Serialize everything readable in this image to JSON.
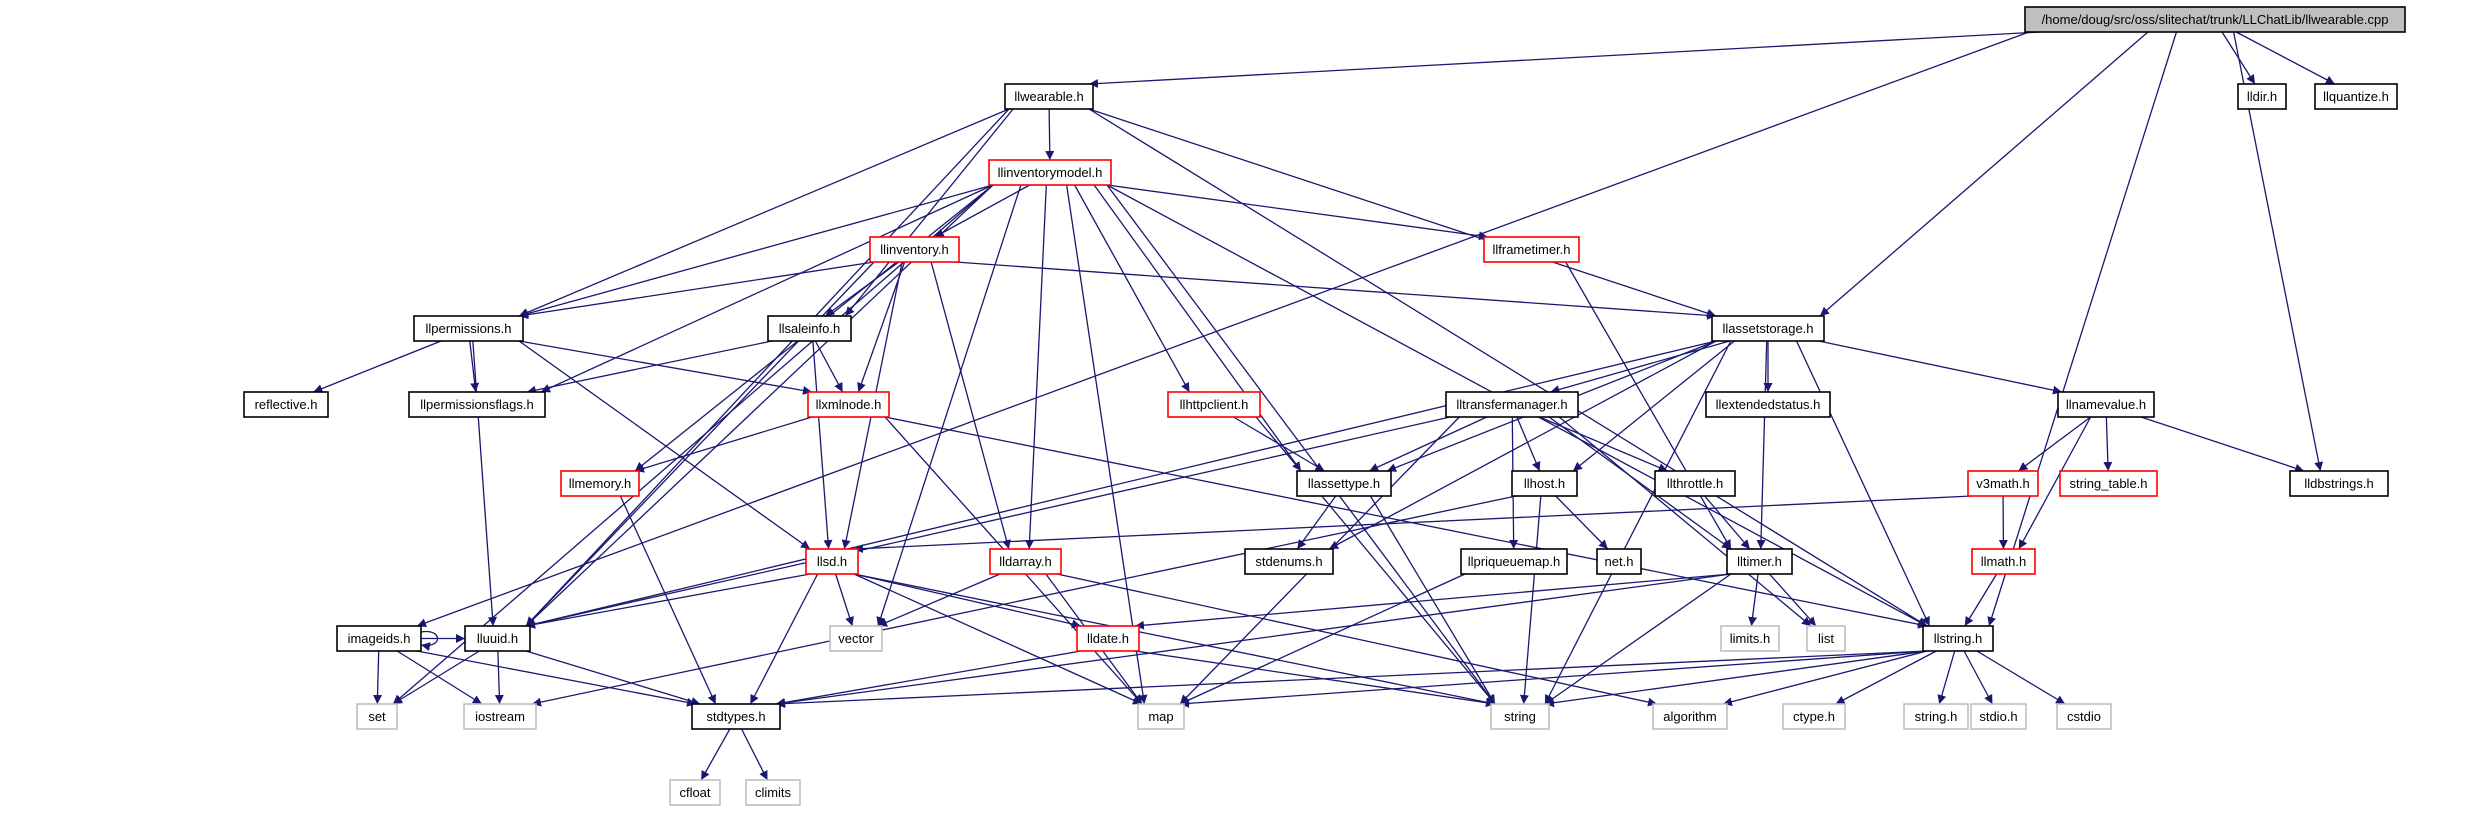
{
  "colors": {
    "edge": "#191970",
    "root_fill": "#bfbfbf",
    "node_border": "#000000",
    "truncated_border": "#ff0000",
    "external_border": "#bfbfbf",
    "background": "#ffffff"
  },
  "nodes": [
    {
      "id": "root",
      "label": "/home/doug/src/oss/slitechat/trunk/LLChatLib/llwearable.cpp",
      "style": "root"
    },
    {
      "id": "llwearable",
      "label": "llwearable.h",
      "style": "normal"
    },
    {
      "id": "lldir",
      "label": "lldir.h",
      "style": "normal"
    },
    {
      "id": "llquantize",
      "label": "llquantize.h",
      "style": "normal"
    },
    {
      "id": "llinventorymodel",
      "label": "llinventorymodel.h",
      "style": "trunc"
    },
    {
      "id": "llinventory",
      "label": "llinventory.h",
      "style": "trunc"
    },
    {
      "id": "llframetimer",
      "label": "llframetimer.h",
      "style": "trunc"
    },
    {
      "id": "llpermissions",
      "label": "llpermissions.h",
      "style": "normal"
    },
    {
      "id": "llsaleinfo",
      "label": "llsaleinfo.h",
      "style": "normal"
    },
    {
      "id": "llassetstorage",
      "label": "llassetstorage.h",
      "style": "normal"
    },
    {
      "id": "reflective",
      "label": "reflective.h",
      "style": "normal"
    },
    {
      "id": "llpermissionsflags",
      "label": "llpermissionsflags.h",
      "style": "normal"
    },
    {
      "id": "llxmlnode",
      "label": "llxmlnode.h",
      "style": "trunc"
    },
    {
      "id": "llhttpclient",
      "label": "llhttpclient.h",
      "style": "trunc"
    },
    {
      "id": "lltransfermanager",
      "label": "lltransfermanager.h",
      "style": "normal"
    },
    {
      "id": "llextendedstatus",
      "label": "llextendedstatus.h",
      "style": "normal"
    },
    {
      "id": "llnamevalue",
      "label": "llnamevalue.h",
      "style": "normal"
    },
    {
      "id": "llmemory",
      "label": "llmemory.h",
      "style": "trunc"
    },
    {
      "id": "llassettype",
      "label": "llassettype.h",
      "style": "normal"
    },
    {
      "id": "llhost",
      "label": "llhost.h",
      "style": "normal"
    },
    {
      "id": "llthrottle",
      "label": "llthrottle.h",
      "style": "normal"
    },
    {
      "id": "v3math",
      "label": "v3math.h",
      "style": "trunc"
    },
    {
      "id": "string_table",
      "label": "string_table.h",
      "style": "trunc"
    },
    {
      "id": "lldbstrings",
      "label": "lldbstrings.h",
      "style": "normal"
    },
    {
      "id": "llsd",
      "label": "llsd.h",
      "style": "trunc"
    },
    {
      "id": "lldarray",
      "label": "lldarray.h",
      "style": "trunc"
    },
    {
      "id": "stdenums",
      "label": "stdenums.h",
      "style": "normal"
    },
    {
      "id": "llpriqueuemap",
      "label": "llpriqueuemap.h",
      "style": "normal"
    },
    {
      "id": "net",
      "label": "net.h",
      "style": "normal"
    },
    {
      "id": "lltimer",
      "label": "lltimer.h",
      "style": "normal"
    },
    {
      "id": "llmath",
      "label": "llmath.h",
      "style": "trunc"
    },
    {
      "id": "imageids",
      "label": "imageids.h",
      "style": "normal"
    },
    {
      "id": "lluuid",
      "label": "lluuid.h",
      "style": "normal"
    },
    {
      "id": "vector",
      "label": "vector",
      "style": "external"
    },
    {
      "id": "lldate",
      "label": "lldate.h",
      "style": "trunc"
    },
    {
      "id": "limits",
      "label": "limits.h",
      "style": "external"
    },
    {
      "id": "list",
      "label": "list",
      "style": "external"
    },
    {
      "id": "llstring",
      "label": "llstring.h",
      "style": "normal"
    },
    {
      "id": "set",
      "label": "set",
      "style": "external"
    },
    {
      "id": "iostream",
      "label": "iostream",
      "style": "external"
    },
    {
      "id": "stdtypes",
      "label": "stdtypes.h",
      "style": "normal"
    },
    {
      "id": "map",
      "label": "map",
      "style": "external"
    },
    {
      "id": "string",
      "label": "string",
      "style": "external"
    },
    {
      "id": "algorithm",
      "label": "algorithm",
      "style": "external"
    },
    {
      "id": "ctype",
      "label": "ctype.h",
      "style": "external"
    },
    {
      "id": "string_h",
      "label": "string.h",
      "style": "external"
    },
    {
      "id": "stdio",
      "label": "stdio.h",
      "style": "external"
    },
    {
      "id": "cstdio",
      "label": "cstdio",
      "style": "external"
    },
    {
      "id": "cfloat",
      "label": "cfloat",
      "style": "external"
    },
    {
      "id": "climits",
      "label": "climits",
      "style": "external"
    }
  ],
  "edges": [
    [
      "root",
      "llwearable"
    ],
    [
      "root",
      "lldir"
    ],
    [
      "root",
      "llquantize"
    ],
    [
      "root",
      "imageids"
    ],
    [
      "root",
      "llassetstorage"
    ],
    [
      "root",
      "lldbstrings"
    ],
    [
      "root",
      "llstring"
    ],
    [
      "llwearable",
      "llinventorymodel"
    ],
    [
      "llwearable",
      "llpermissions"
    ],
    [
      "llwearable",
      "llsaleinfo"
    ],
    [
      "llwearable",
      "llassetstorage"
    ],
    [
      "llwearable",
      "lluuid"
    ],
    [
      "llwearable",
      "llstring"
    ],
    [
      "llinventorymodel",
      "llinventory"
    ],
    [
      "llinventorymodel",
      "llframetimer"
    ],
    [
      "llinventorymodel",
      "llpermissions"
    ],
    [
      "llinventorymodel",
      "llpermissionsflags"
    ],
    [
      "llinventorymodel",
      "llmemory"
    ],
    [
      "llinventorymodel",
      "llhttpclient"
    ],
    [
      "llinventorymodel",
      "llassettype"
    ],
    [
      "llinventorymodel",
      "lldarray"
    ],
    [
      "llinventorymodel",
      "lluuid"
    ],
    [
      "llinventorymodel",
      "vector"
    ],
    [
      "llinventorymodel",
      "set"
    ],
    [
      "llinventorymodel",
      "map"
    ],
    [
      "llinventorymodel",
      "string"
    ],
    [
      "llinventorymodel",
      "llstring"
    ],
    [
      "llinventory",
      "llpermissions"
    ],
    [
      "llinventory",
      "llsaleinfo"
    ],
    [
      "llinventory",
      "llxmlnode"
    ],
    [
      "llinventory",
      "llassetstorage"
    ],
    [
      "llinventory",
      "llsd"
    ],
    [
      "llinventory",
      "lldarray"
    ],
    [
      "llinventory",
      "lluuid"
    ],
    [
      "llframetimer",
      "lltimer"
    ],
    [
      "llpermissions",
      "reflective"
    ],
    [
      "llpermissions",
      "llpermissionsflags"
    ],
    [
      "llpermissions",
      "llxmlnode"
    ],
    [
      "llpermissions",
      "llsd"
    ],
    [
      "llpermissions",
      "lluuid"
    ],
    [
      "llsaleinfo",
      "llpermissionsflags"
    ],
    [
      "llsaleinfo",
      "llxmlnode"
    ],
    [
      "llsaleinfo",
      "llsd"
    ],
    [
      "llassetstorage",
      "lltransfermanager"
    ],
    [
      "llassetstorage",
      "llextendedstatus"
    ],
    [
      "llassetstorage",
      "llnamevalue"
    ],
    [
      "llassetstorage",
      "llassettype"
    ],
    [
      "llassetstorage",
      "llhost"
    ],
    [
      "llassetstorage",
      "stdenums"
    ],
    [
      "llassetstorage",
      "lltimer"
    ],
    [
      "llassetstorage",
      "lluuid"
    ],
    [
      "llassetstorage",
      "string"
    ],
    [
      "llassetstorage",
      "llstring"
    ],
    [
      "llxmlnode",
      "llmemory"
    ],
    [
      "llxmlnode",
      "map"
    ],
    [
      "llxmlnode",
      "llstring"
    ],
    [
      "llhttpclient",
      "llassettype"
    ],
    [
      "llhttpclient",
      "string"
    ],
    [
      "lltransfermanager",
      "llassettype"
    ],
    [
      "lltransfermanager",
      "llhost"
    ],
    [
      "lltransfermanager",
      "llthrottle"
    ],
    [
      "lltransfermanager",
      "llpriqueuemap"
    ],
    [
      "lltransfermanager",
      "lltimer"
    ],
    [
      "lltransfermanager",
      "list"
    ],
    [
      "lltransfermanager",
      "map"
    ],
    [
      "lltransfermanager",
      "lluuid"
    ],
    [
      "llnamevalue",
      "v3math"
    ],
    [
      "llnamevalue",
      "string_table"
    ],
    [
      "llnamevalue",
      "lldbstrings"
    ],
    [
      "llnamevalue",
      "llmath"
    ],
    [
      "llmemory",
      "stdtypes"
    ],
    [
      "llassettype",
      "stdenums"
    ],
    [
      "llassettype",
      "string"
    ],
    [
      "llhost",
      "net"
    ],
    [
      "llhost",
      "string"
    ],
    [
      "llhost",
      "iostream"
    ],
    [
      "llthrottle",
      "lltimer"
    ],
    [
      "v3math",
      "llmath"
    ],
    [
      "v3math",
      "llsd"
    ],
    [
      "llsd",
      "lldate"
    ],
    [
      "llsd",
      "lluuid"
    ],
    [
      "llsd",
      "stdtypes"
    ],
    [
      "llsd",
      "vector"
    ],
    [
      "llsd",
      "map"
    ],
    [
      "llsd",
      "string"
    ],
    [
      "lldarray",
      "vector"
    ],
    [
      "lldarray",
      "map"
    ],
    [
      "lldarray",
      "algorithm"
    ],
    [
      "llpriqueuemap",
      "map"
    ],
    [
      "lltimer",
      "lldate"
    ],
    [
      "lltimer",
      "limits"
    ],
    [
      "lltimer",
      "list"
    ],
    [
      "lltimer",
      "stdtypes"
    ],
    [
      "lltimer",
      "string"
    ],
    [
      "llmath",
      "llstring"
    ],
    [
      "imageids",
      "imageids"
    ],
    [
      "imageids",
      "lluuid"
    ],
    [
      "imageids",
      "set"
    ],
    [
      "imageids",
      "iostream"
    ],
    [
      "imageids",
      "stdtypes"
    ],
    [
      "lluuid",
      "stdtypes"
    ],
    [
      "lluuid",
      "set"
    ],
    [
      "lluuid",
      "iostream"
    ],
    [
      "lldate",
      "stdtypes"
    ],
    [
      "lldate",
      "string"
    ],
    [
      "llstring",
      "stdtypes"
    ],
    [
      "llstring",
      "map"
    ],
    [
      "llstring",
      "string"
    ],
    [
      "llstring",
      "algorithm"
    ],
    [
      "llstring",
      "ctype"
    ],
    [
      "llstring",
      "string_h"
    ],
    [
      "llstring",
      "stdio"
    ],
    [
      "llstring",
      "cstdio"
    ],
    [
      "stdtypes",
      "cfloat"
    ],
    [
      "stdtypes",
      "climits"
    ]
  ]
}
